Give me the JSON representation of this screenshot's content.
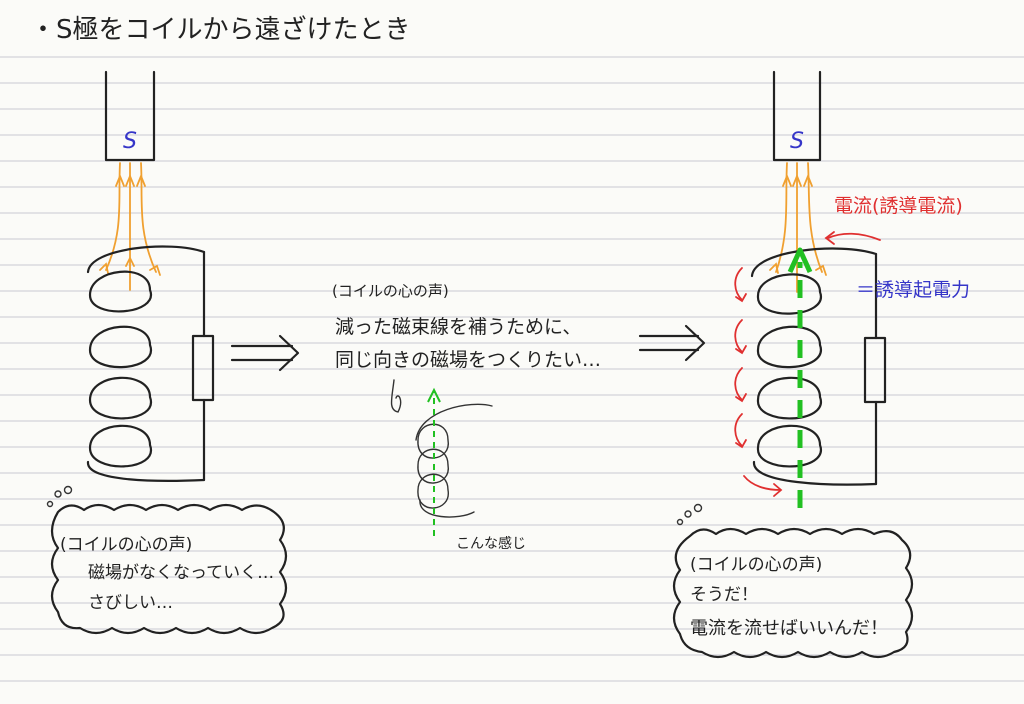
{
  "title": "・S極をコイルから遠ざけたとき",
  "magnet_label": "S",
  "left_bubble": {
    "line1": "(コイルの心の声)",
    "line2": "磁場がなくなっていく…",
    "line3": "さびしい…"
  },
  "middle": {
    "line1": "(コイルの心の声)",
    "line2": "減った磁束線を補うために、",
    "line3": "同じ向きの磁場をつくりたい…",
    "caption": "こんな感じ"
  },
  "right_labels": {
    "current": "電流(誘導電流)",
    "emf": "＝誘導起電力"
  },
  "right_bubble": {
    "line1": "(コイルの心の声)",
    "line2": "そうだ！",
    "line3": "電流を流せばいいんだ！"
  },
  "colors": {
    "magnet_text": "#3535c8",
    "field_lines": "#f0a030",
    "current": "#e03030",
    "emf": "#3535c8",
    "induced_field": "#22c022",
    "rule_lines": "#c8c8d2"
  }
}
